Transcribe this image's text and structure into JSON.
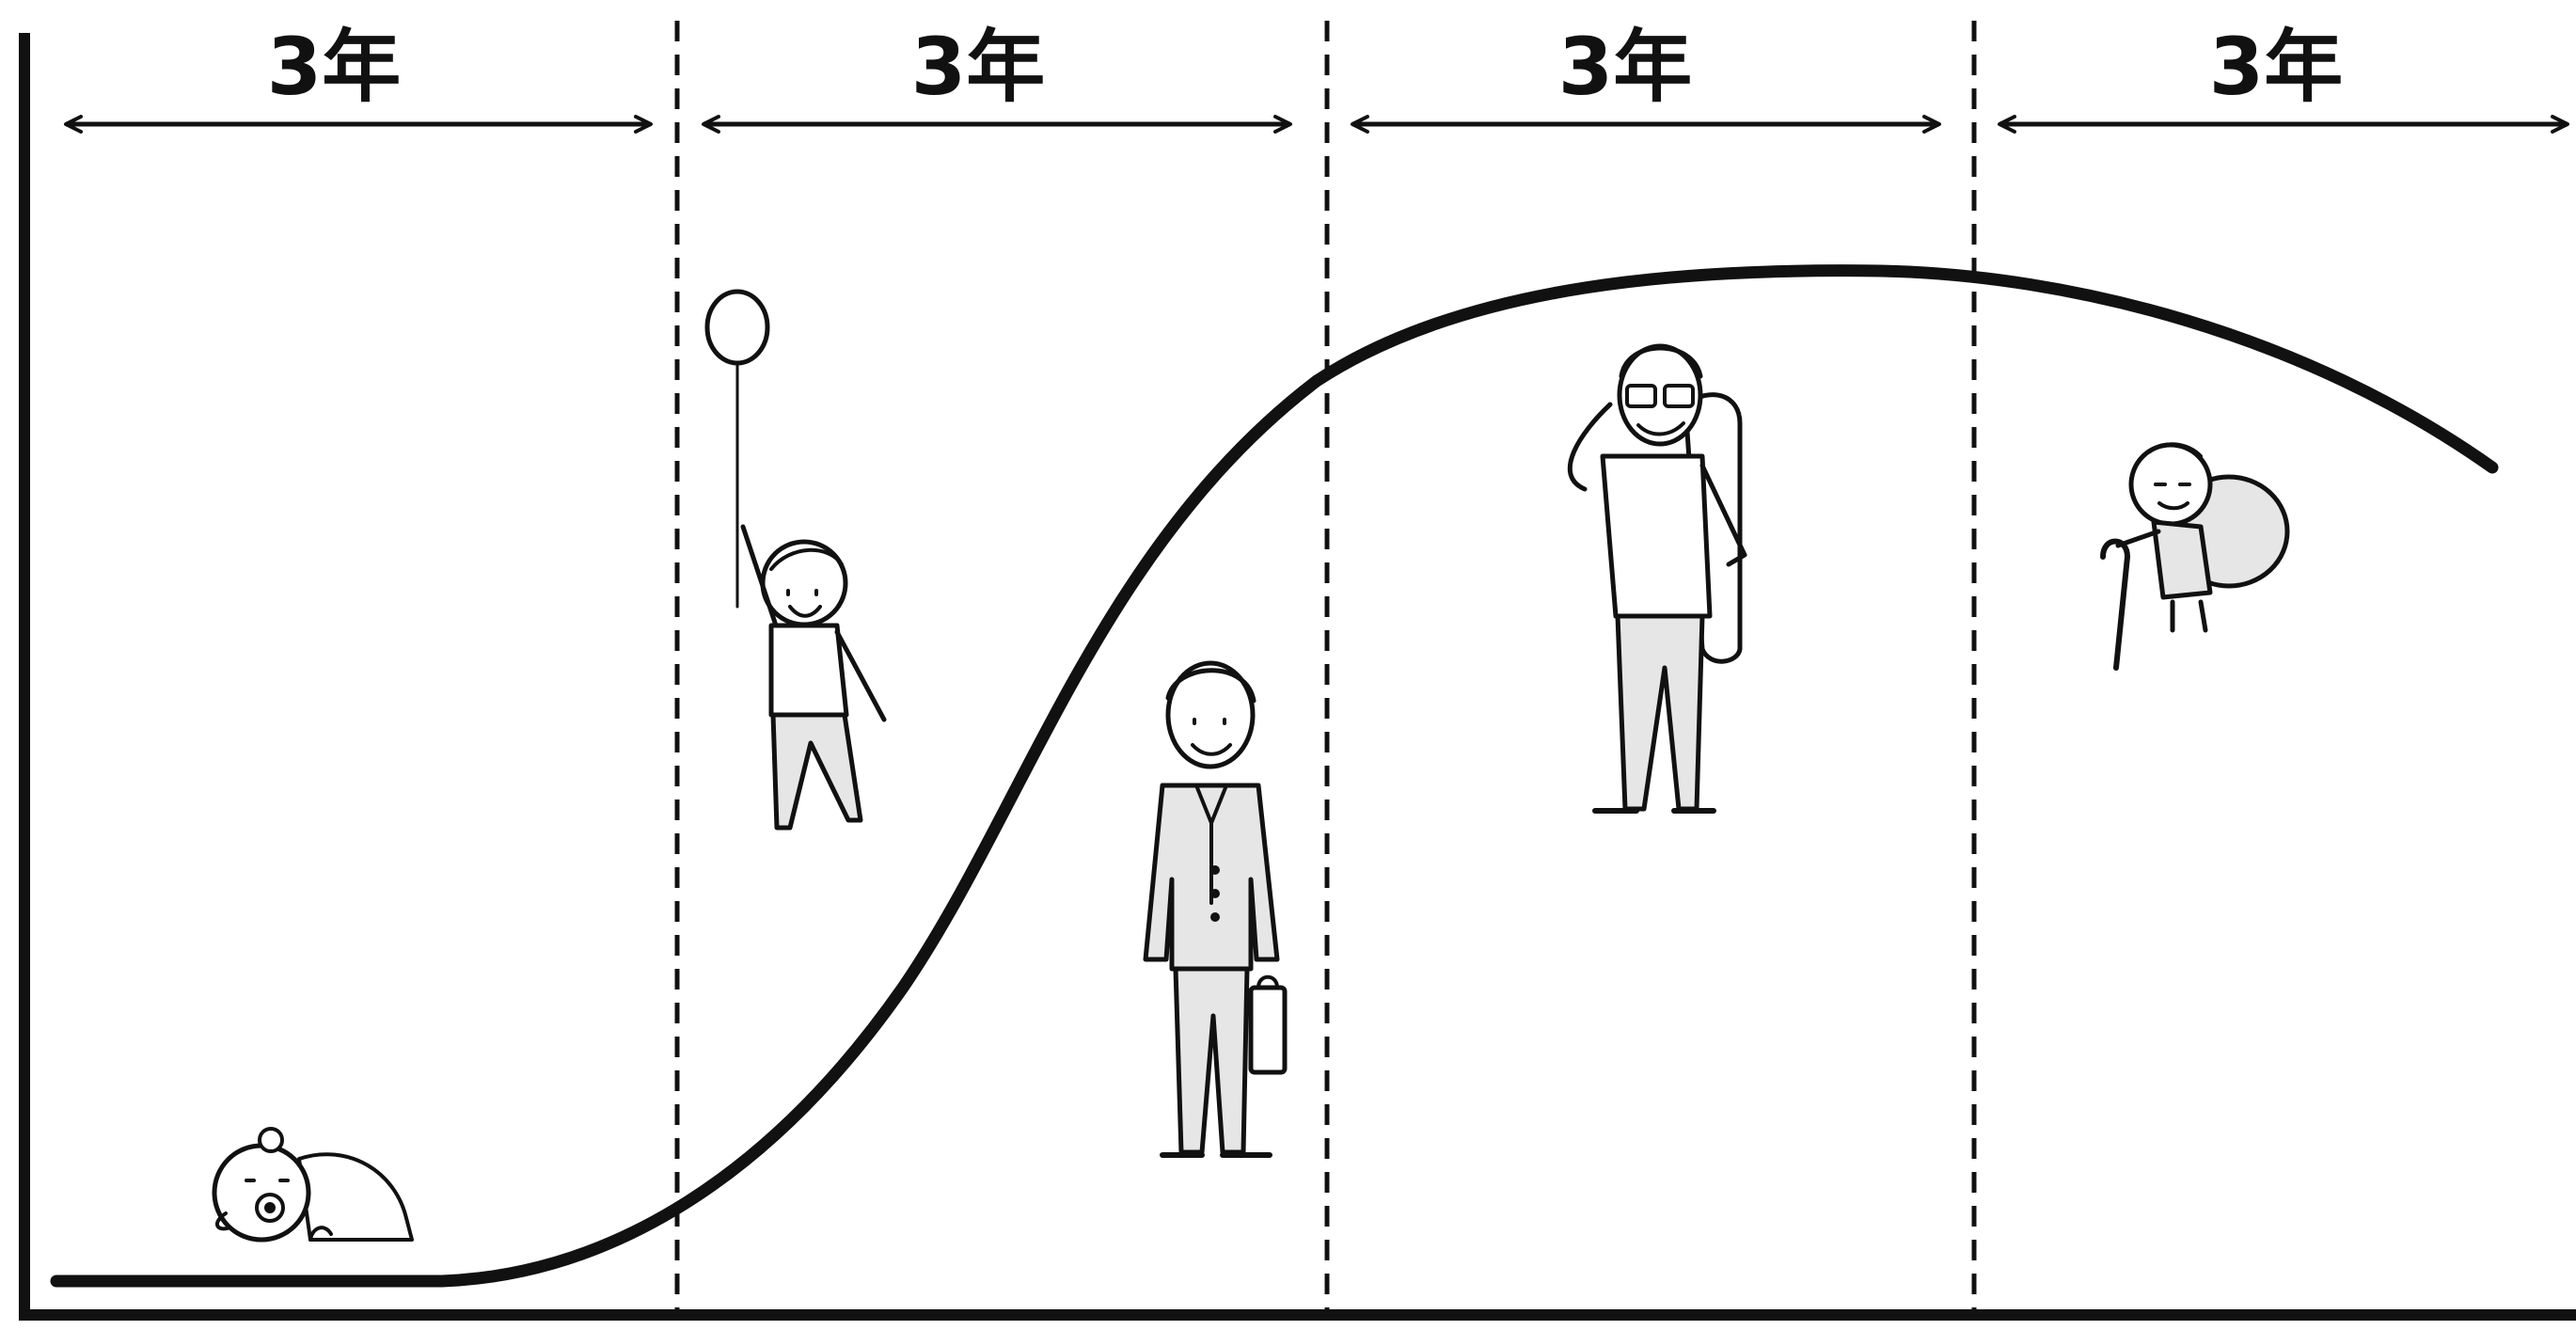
{
  "periods": [
    {
      "label": "3年"
    },
    {
      "label": "3年"
    },
    {
      "label": "3年"
    },
    {
      "label": "3年"
    }
  ],
  "figures": [
    {
      "icon": "crawling-baby-icon"
    },
    {
      "icon": "child-with-balloon-icon"
    },
    {
      "icon": "businessman-with-briefcase-icon"
    },
    {
      "icon": "hiker-with-backpack-icon"
    },
    {
      "icon": "elderly-person-with-cane-icon"
    }
  ],
  "colors": {
    "ink": "#111111",
    "fill": "#e6e6e6",
    "background": "#ffffff"
  }
}
